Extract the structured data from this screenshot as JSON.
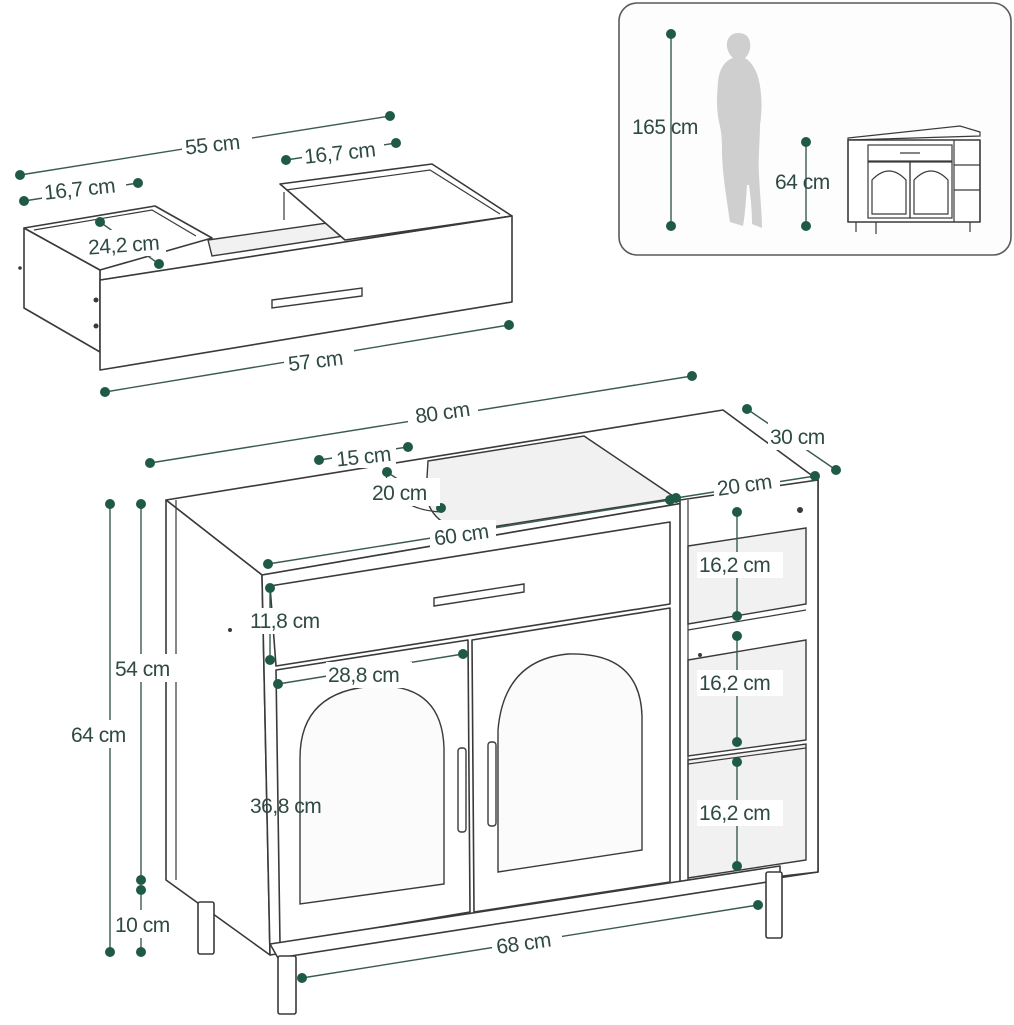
{
  "colors": {
    "dimension_dot": "#1f5a44",
    "dimension_line": "#3a5a52",
    "dimension_text": "#2f4a44",
    "outline": "#3a3a3a",
    "inset_border": "#5a5a5a",
    "inset_background": "#fdfdfd",
    "person_silhouette": "#cfcfcf"
  },
  "icons": [
    "person-silhouette",
    "cabinet-thumbnail"
  ],
  "inset": {
    "height_person": "165 cm",
    "height_cabinet": "64 cm"
  },
  "drawer": {
    "outer_width": "55 cm",
    "left_compartment": "16,7 cm",
    "right_compartment": "16,7 cm",
    "depth": "24,2 cm",
    "front_width": "57 cm"
  },
  "cabinet": {
    "total_width": "80 cm",
    "depth": "30 cm",
    "cutout_width": "15 cm",
    "cutout_depth": "20 cm",
    "shelf_width": "20 cm",
    "inner_width": "60 cm",
    "drawer_height": "11,8 cm",
    "door_width": "28,8 cm",
    "door_height": "36,8 cm",
    "shelf_1": "16,2 cm",
    "shelf_2": "16,2 cm",
    "shelf_3": "16,2 cm",
    "body_height": "54 cm",
    "total_height": "64 cm",
    "leg_height": "10 cm",
    "leg_span": "68 cm"
  }
}
